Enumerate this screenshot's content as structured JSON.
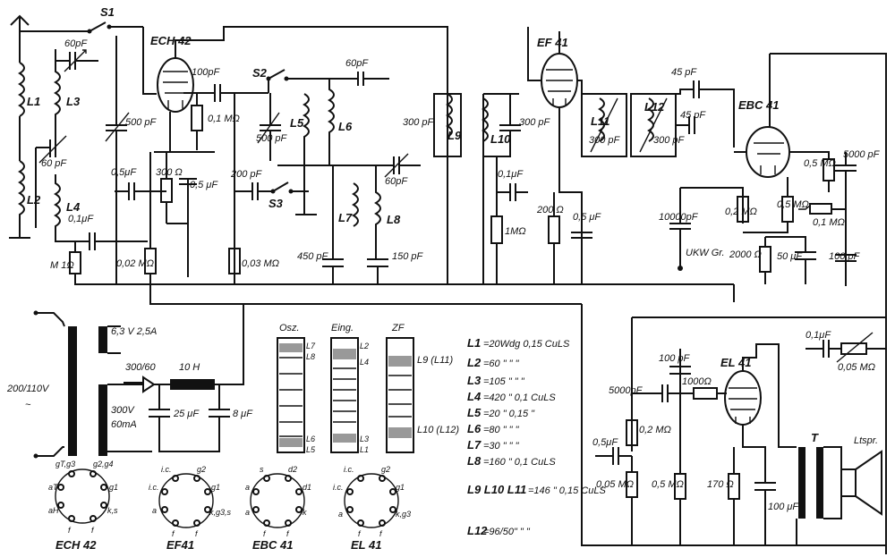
{
  "tubes": {
    "ech42": "ECH 42",
    "ef41": "EF 41",
    "ebc41": "EBC 41",
    "el41": "EL 41"
  },
  "switches": {
    "s1": "S1",
    "s2": "S2",
    "s3": "S3"
  },
  "coils": {
    "l1": "L1",
    "l2": "L2",
    "l3": "L3",
    "l4": "L4",
    "l5": "L5",
    "l6": "L6",
    "l7": "L7",
    "l8": "L8",
    "l9": "L9",
    "l10": "L10",
    "l11": "L11",
    "l12": "L12"
  },
  "components": {
    "c60pf_a": "60pF",
    "c60pf_b": "60 pF",
    "c500pf": "500 pF",
    "c100pf": "100pF",
    "r01m": "0,1 MΩ",
    "c05uf": "0,5μF",
    "r300": "300 Ω",
    "c05uf_b": "0,5 μF",
    "r002": "0,02 MΩ",
    "c01uf": "0,1μF",
    "m1": "M 1Ω",
    "c200pf": "200 pF",
    "r003": "0,03 MΩ",
    "c500pf_b": "500 pF",
    "c60pf_c": "60pF",
    "c450pf": "450 pF",
    "c150pf": "150 pF",
    "c300pf_a": "300 pF",
    "c300pf_b": "300 pF",
    "c01uf_b": "0,1μF",
    "r1m": "1MΩ",
    "r200": "200 Ω",
    "c05uf_c": "0,5 μF",
    "c300pf_c": "300 pF",
    "c300pf_d": "300 pF",
    "c45pf_a": "45 pF",
    "c45pf_b": "45 pF",
    "c10000pf": "10000pF",
    "ukw": "UKW Gr.",
    "r02m": "0,2 MΩ",
    "r05m": "0,5 MΩ",
    "r01m_b": "0,1 MΩ",
    "r05m_b": "0,5 MΩ",
    "c5000pf": "5000 pF",
    "r2000": "2000 Ω",
    "c50uf": "50 μF",
    "c100pf_b": "100 pF"
  },
  "power": {
    "v63": "6,3 V 2,5A",
    "v300_60": "300/60",
    "h10": "10 H",
    "mains": "200/110V",
    "tilde": "~",
    "v300": "300V",
    "ma60": "60mA",
    "c25uf": "25 μF",
    "c8uf": "8 μF"
  },
  "coilbox": {
    "osz": "Osz.",
    "eing": "Eing.",
    "zf": "ZF",
    "l7": "L7",
    "l8": "L8",
    "l6": "L6",
    "l5": "L5",
    "l2": "L2",
    "l4": "L4",
    "l3": "L3",
    "l1": "L1",
    "lg11": "L9 (L11)",
    "l10_12": "L10 (L12)"
  },
  "windings": [
    {
      "coil": "L1",
      "spec": "=20Wdg 0,15 CuLS"
    },
    {
      "coil": "L2",
      "spec": "=60  \"  \"  \""
    },
    {
      "coil": "L3",
      "spec": "=105  \"  \"  \""
    },
    {
      "coil": "L4",
      "spec": "=420  \" 0,1 CuLS"
    },
    {
      "coil": "L5",
      "spec": "=20  \" 0,15  \""
    },
    {
      "coil": "L6",
      "spec": "=80  \"  \"  \""
    },
    {
      "coil": "L7",
      "spec": "=30  \"  \"  \""
    },
    {
      "coil": "L8",
      "spec": "=160  \" 0,1 CuLS"
    },
    {
      "coil": "L9 L10 L11",
      "spec": "=146  \" 0,15 CuLS"
    },
    {
      "coil": "L12",
      "spec": "=96/50\"  \"  \""
    }
  ],
  "output": {
    "c01uf": "0,1μF",
    "r005m": "0,05 MΩ",
    "c100pf": "100 pF",
    "c5000pf": "5000pF",
    "r1000": "1000Ω",
    "c05uf": "0,5μF",
    "r02m": "0,2 MΩ",
    "r005m_b": "0,05 MΩ",
    "r05m": "0,5 MΩ",
    "r170": "170 Ω",
    "c100uf": "100 μF",
    "tr": "T",
    "spkr": "Ltspr."
  },
  "pinouts": {
    "ech42": {
      "label": "ECH 42",
      "pins": [
        "gT,g3",
        "g2,g4",
        "aT",
        "g1",
        "aH",
        "k,s",
        "f",
        "f"
      ]
    },
    "ef41": {
      "label": "EF41",
      "pins": [
        "i.c.",
        "g2",
        "i.c.",
        "g1",
        "a",
        "k,g3,s",
        "f",
        "f"
      ]
    },
    "ebc41": {
      "label": "EBC 41",
      "pins": [
        "s",
        "d2",
        "a",
        "d1",
        "a",
        "k",
        "f",
        "f"
      ]
    },
    "el41": {
      "label": "EL 41",
      "pins": [
        "i.c.",
        "g2",
        "i.c.",
        "g1",
        "a",
        "k,g3",
        "f",
        "f"
      ]
    }
  }
}
